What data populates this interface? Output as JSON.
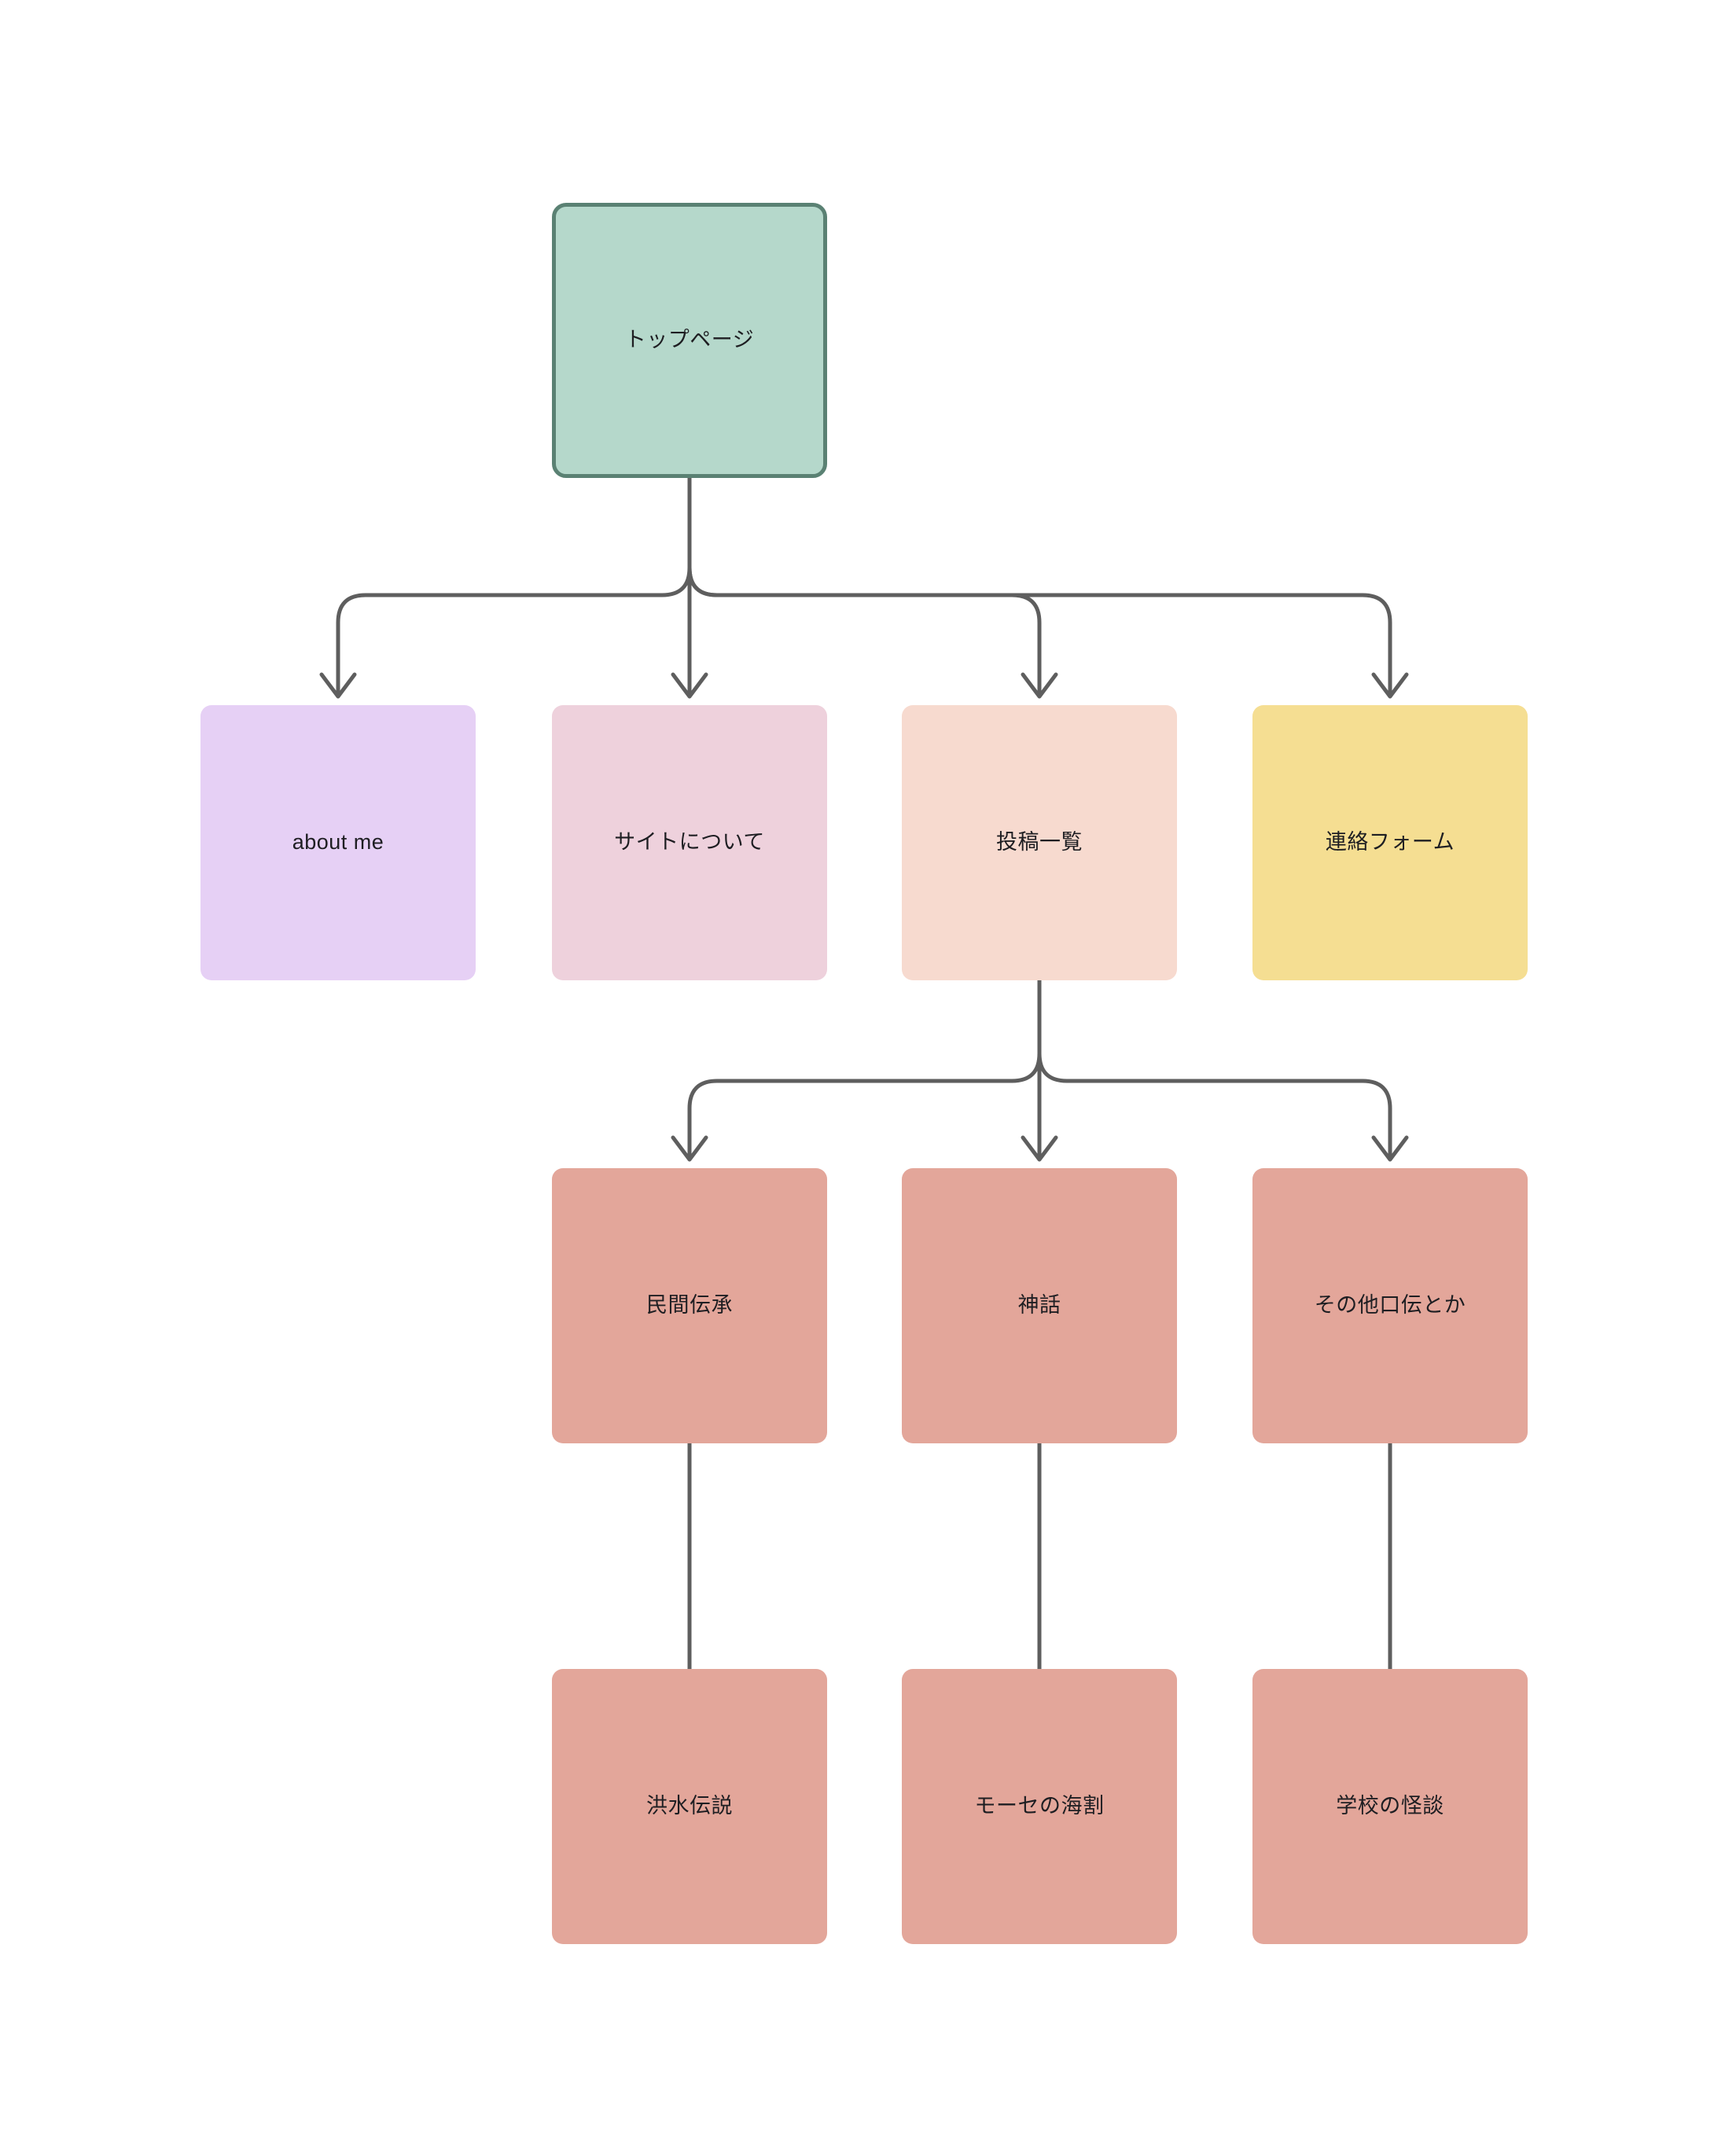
{
  "page": {
    "background": "#ffffff"
  },
  "diagram": {
    "type": "flowchart-sitemap",
    "edge_color": "#5e5e5e",
    "text_color": "#1e1e22",
    "nodes": [
      {
        "id": "top-page",
        "label": "トップページ",
        "fill": "#b5d8cb",
        "border": "#5a8173"
      },
      {
        "id": "about-me",
        "label": "about me",
        "fill": "#e6d0f5"
      },
      {
        "id": "about-site",
        "label": "サイトについて",
        "fill": "#eed1dc"
      },
      {
        "id": "post-list",
        "label": "投稿一覧",
        "fill": "#f7dacf"
      },
      {
        "id": "contact-form",
        "label": "連絡フォーム",
        "fill": "#f5de92"
      },
      {
        "id": "folklore",
        "label": "民間伝承",
        "fill": "#e3a69a"
      },
      {
        "id": "mythology",
        "label": "神話",
        "fill": "#e3a69a"
      },
      {
        "id": "other-oral",
        "label": "その他口伝とか",
        "fill": "#e3a69a"
      },
      {
        "id": "flood-legend",
        "label": "洪水伝説",
        "fill": "#e3a69a"
      },
      {
        "id": "moses-sea",
        "label": "モーセの海割",
        "fill": "#e3a69a"
      },
      {
        "id": "school-ghost",
        "label": "学校の怪談",
        "fill": "#e3a69a"
      }
    ],
    "edges": [
      {
        "from": "トップページ",
        "to": "about me",
        "arrow": true
      },
      {
        "from": "トップページ",
        "to": "サイトについて",
        "arrow": true
      },
      {
        "from": "トップページ",
        "to": "投稿一覧",
        "arrow": true
      },
      {
        "from": "トップページ",
        "to": "連絡フォーム",
        "arrow": true
      },
      {
        "from": "投稿一覧",
        "to": "民間伝承",
        "arrow": true
      },
      {
        "from": "投稿一覧",
        "to": "神話",
        "arrow": true
      },
      {
        "from": "投稿一覧",
        "to": "その他口伝とか",
        "arrow": true
      },
      {
        "from": "民間伝承",
        "to": "洪水伝説",
        "arrow": false
      },
      {
        "from": "神話",
        "to": "モーセの海割",
        "arrow": false
      },
      {
        "from": "その他口伝とか",
        "to": "学校の怪談",
        "arrow": false
      }
    ]
  }
}
